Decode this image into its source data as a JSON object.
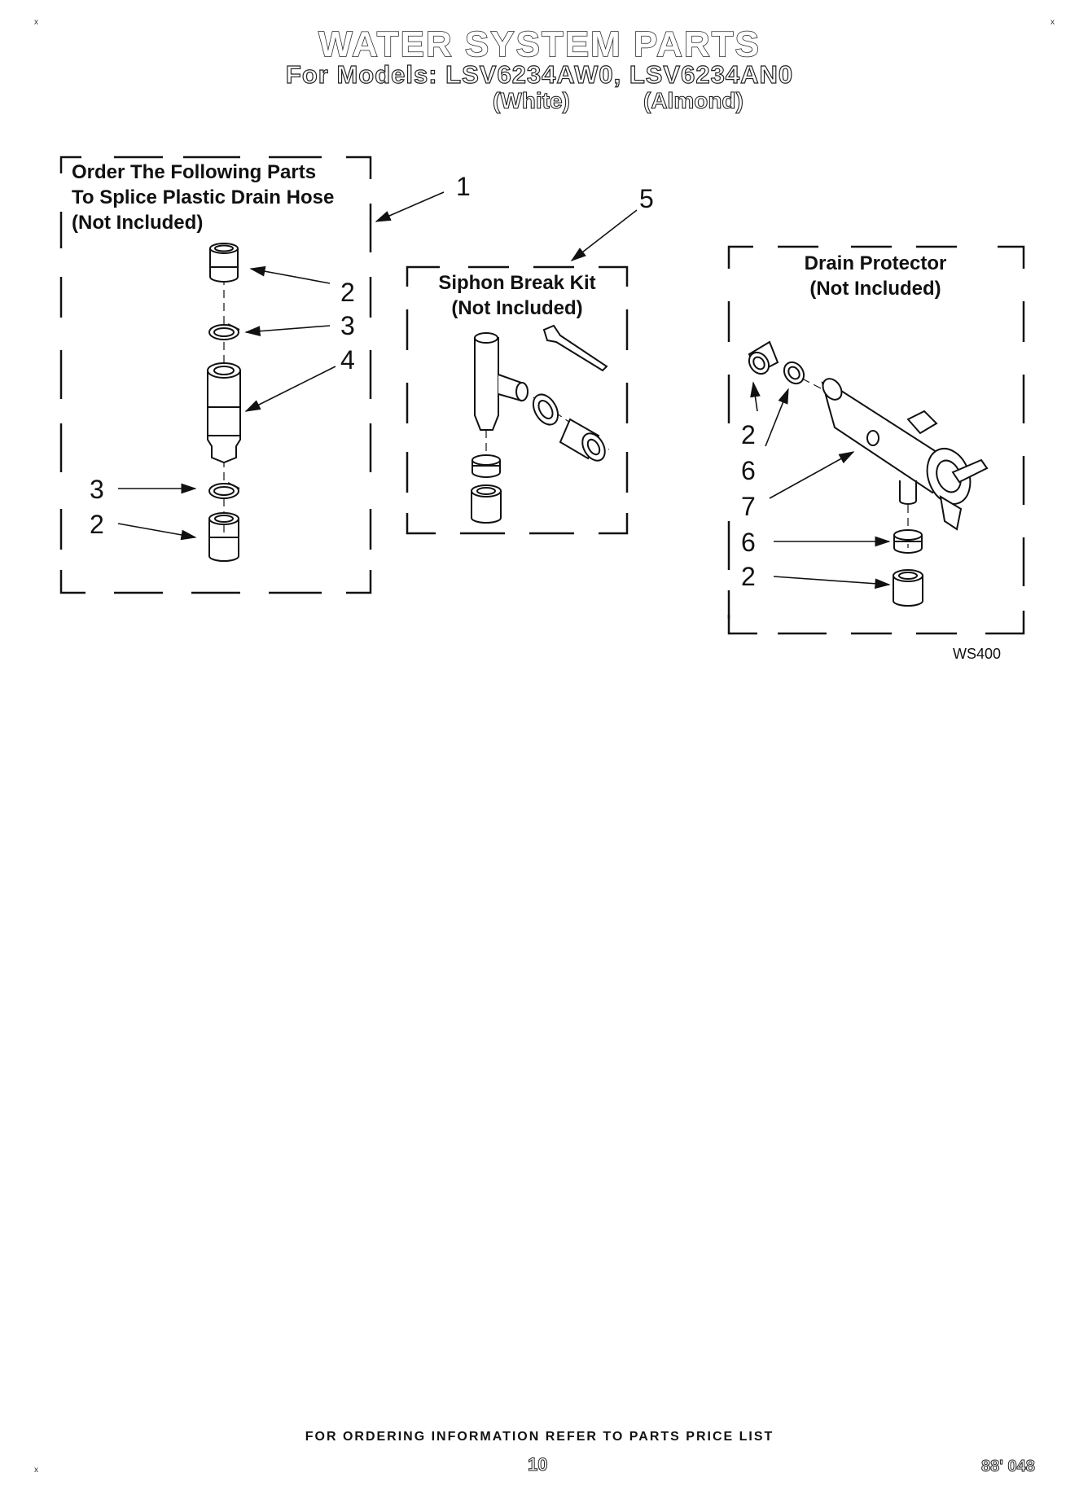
{
  "title": "WATER SYSTEM PARTS",
  "subtitle": "For Models: LSV6234AW0, LSV6234AN0",
  "model_colors": [
    "(White)",
    "(Almond)"
  ],
  "splice_box": {
    "header": [
      "Order The Following Parts",
      "To Splice Plastic Drain Hose",
      "(Not Included)"
    ]
  },
  "siphon_box": {
    "header": [
      "Siphon Break Kit",
      "(Not Included)"
    ]
  },
  "drain_box": {
    "header": [
      "Drain Protector",
      "(Not Included)"
    ]
  },
  "callouts": {
    "splice_box": "1",
    "splice_top_coupling": "2",
    "splice_top_clamp": "3",
    "splice_connector": "4",
    "splice_bottom_clamp": "3",
    "splice_bottom_coupling": "2",
    "siphon_box": "5",
    "drain_coupling_a": "2",
    "drain_clamp_a": "6",
    "drain_protector": "7",
    "drain_clamp_b": "6",
    "drain_coupling_b": "2"
  },
  "figure_code": "WS400",
  "footer_text": "FOR ORDERING INFORMATION REFER TO PARTS PRICE LIST",
  "page_number": "10",
  "doc_code": "88' 048"
}
